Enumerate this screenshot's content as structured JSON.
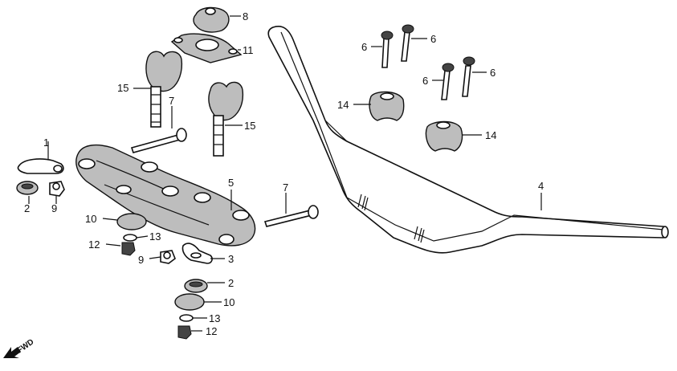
{
  "labels": {
    "l1": "1",
    "l2a": "2",
    "l2b": "2",
    "l3": "3",
    "l4": "4",
    "l5": "5",
    "l6a": "6",
    "l6b": "6",
    "l6c": "6",
    "l6d": "6",
    "l7a": "7",
    "l7b": "7",
    "l8": "8",
    "l9a": "9",
    "l9b": "9",
    "l10a": "10",
    "l10b": "10",
    "l11": "11",
    "l12a": "12",
    "l12b": "12",
    "l13a": "13",
    "l13b": "13",
    "l14a": "14",
    "l14b": "14",
    "l15a": "15",
    "l15b": "15"
  },
  "fwd_label": "FWD"
}
